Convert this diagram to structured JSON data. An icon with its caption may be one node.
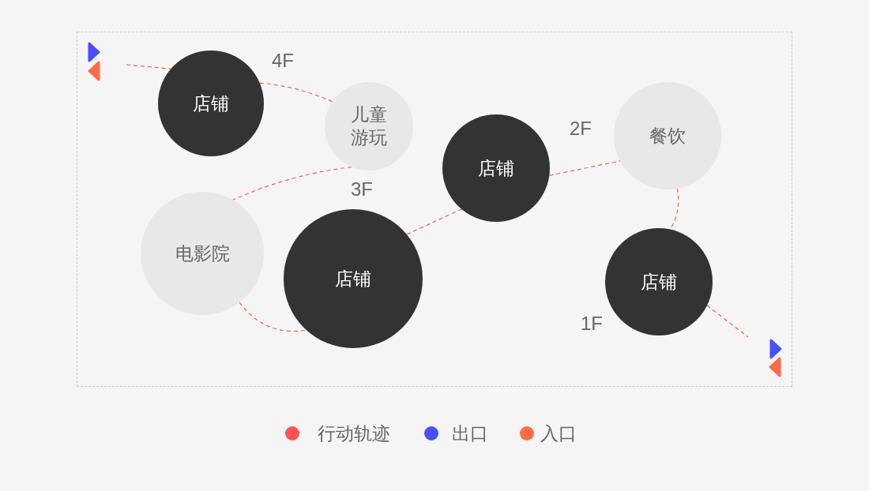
{
  "diagram": {
    "nodes": [
      {
        "text": [
          "店铺"
        ]
      },
      {
        "text": [
          "儿童游玩"
        ]
      },
      {
        "text": [
          "电影院"
        ]
      },
      {
        "text": [
          "店铺"
        ]
      },
      {
        "text": [
          "店铺"
        ]
      },
      {
        "text": [
          "餐饮"
        ]
      },
      {
        "text": [
          "店铺"
        ]
      }
    ],
    "edges": [
      {
        "from": null,
        "to": 0,
        "arrow": "none",
        "style": "dashed"
      },
      {
        "from": 0,
        "to": 1,
        "arrow": "none",
        "style": "dashed"
      },
      {
        "from": 1,
        "to": 2,
        "arrow": "none",
        "style": "dashed"
      },
      {
        "from": 2,
        "to": 3,
        "arrow": "none",
        "style": "dashed"
      },
      {
        "from": 3,
        "to": 4,
        "arrow": "none",
        "style": "dashed"
      },
      {
        "from": 4,
        "to": 5,
        "arrow": "none",
        "style": "dashed"
      },
      {
        "from": 5,
        "to": 6,
        "arrow": "none",
        "style": "dashed"
      },
      {
        "from": 6,
        "to": null,
        "arrow": "none",
        "style": "dashed"
      }
    ],
    "labels": [
      "4F",
      "2F",
      "3F",
      "1F"
    ],
    "legend": [
      {
        "text": "行动轨迹",
        "color": "#ff5252"
      },
      {
        "text": "出口",
        "color": "#4a4fff"
      },
      {
        "text": "入口",
        "color": "#ff6b47"
      }
    ]
  }
}
